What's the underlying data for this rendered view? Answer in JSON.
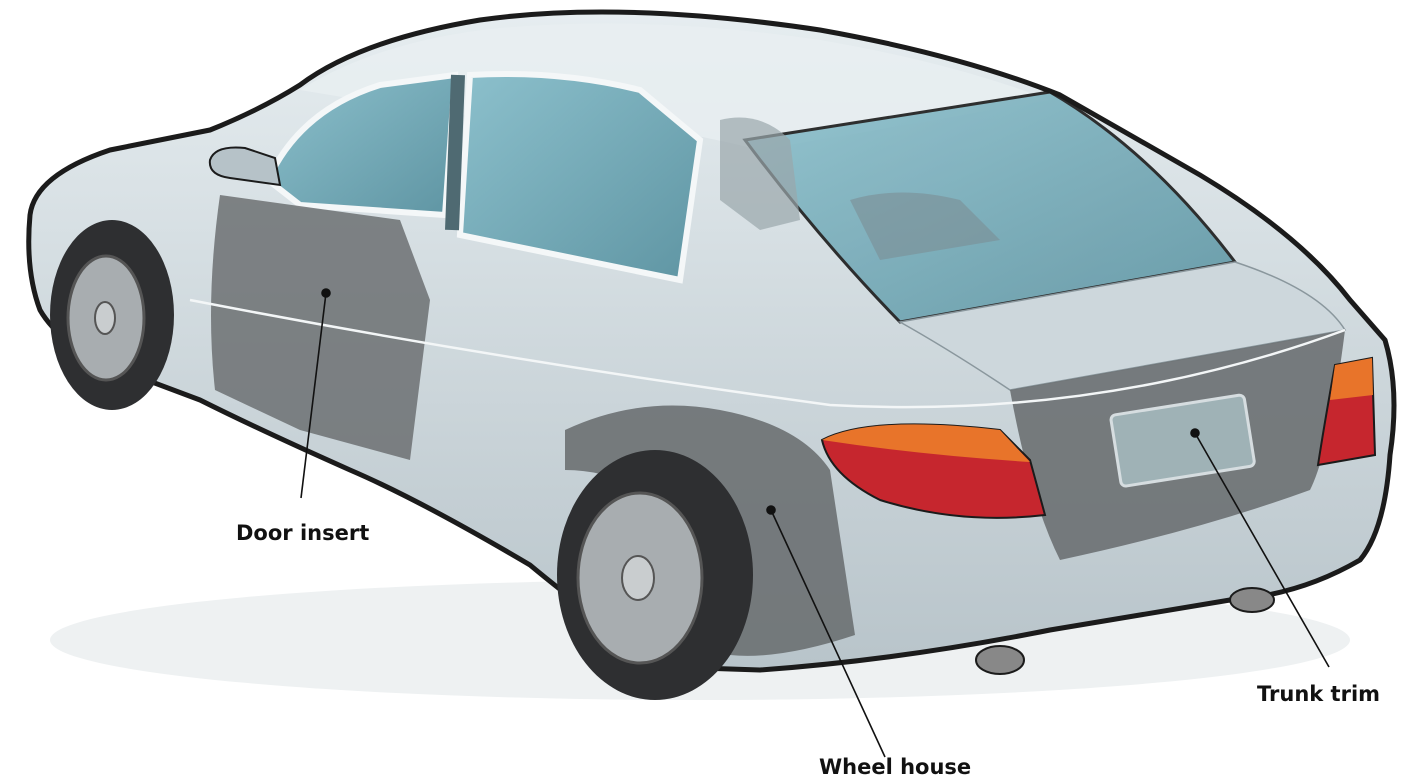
{
  "diagram": {
    "colors": {
      "body": "#d9e2e6",
      "body_shade": "#b9c5cb",
      "outline": "#1b1b1b",
      "glass": "#7fb3bf",
      "part_dark": "#6c7072",
      "tail_orange": "#e8742a",
      "tail_red": "#c6262e",
      "tire": "#2e2f31",
      "rim": "#a8adb0"
    },
    "callouts": [
      {
        "id": "door-insert",
        "label": "Door insert"
      },
      {
        "id": "wheel-house",
        "label": "Wheel house"
      },
      {
        "id": "trunk-trim",
        "label": "Trunk trim"
      }
    ]
  }
}
